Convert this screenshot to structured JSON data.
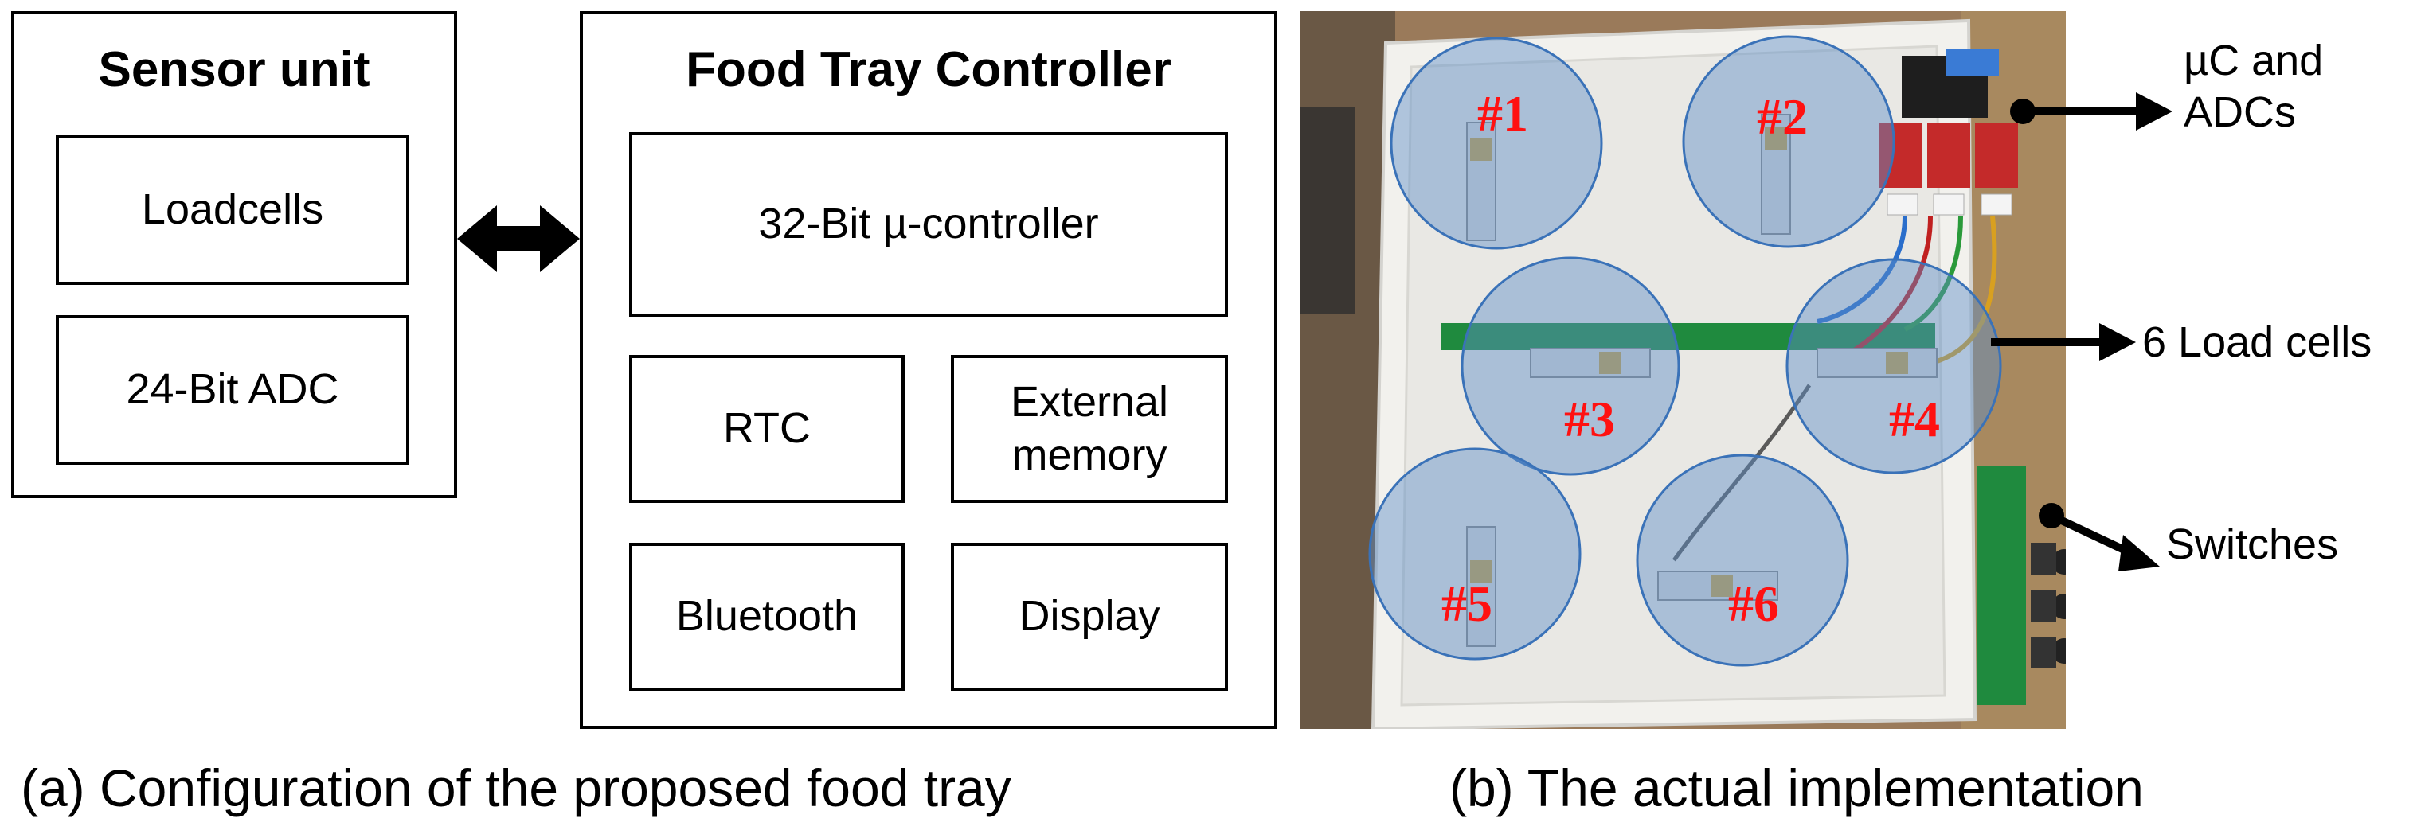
{
  "panel_a": {
    "sensor_unit": {
      "title": "Sensor unit",
      "items": [
        "Loadcells",
        "24-Bit ADC"
      ]
    },
    "controller": {
      "title": "Food Tray Controller",
      "mcu": "32-Bit µ-controller",
      "rtc": "RTC",
      "memory": "External\nmemory",
      "bluetooth": "Bluetooth",
      "display": "Display"
    },
    "caption": "(a) Configuration of the proposed food tray"
  },
  "panel_b": {
    "cells": [
      "#1",
      "#2",
      "#3",
      "#4",
      "#5",
      "#6"
    ],
    "annotations": {
      "uc": "µC and\nADCs",
      "loadcells": "6 Load cells",
      "switches": "Switches"
    },
    "caption": "(b) The actual implementation"
  },
  "colors": {
    "tray": "#f2f1ed",
    "circle": "#5e8fc7",
    "cell_label": "#ff1111",
    "pcb_red": "#c42a2a",
    "pcb_green": "#1f8a3e"
  }
}
